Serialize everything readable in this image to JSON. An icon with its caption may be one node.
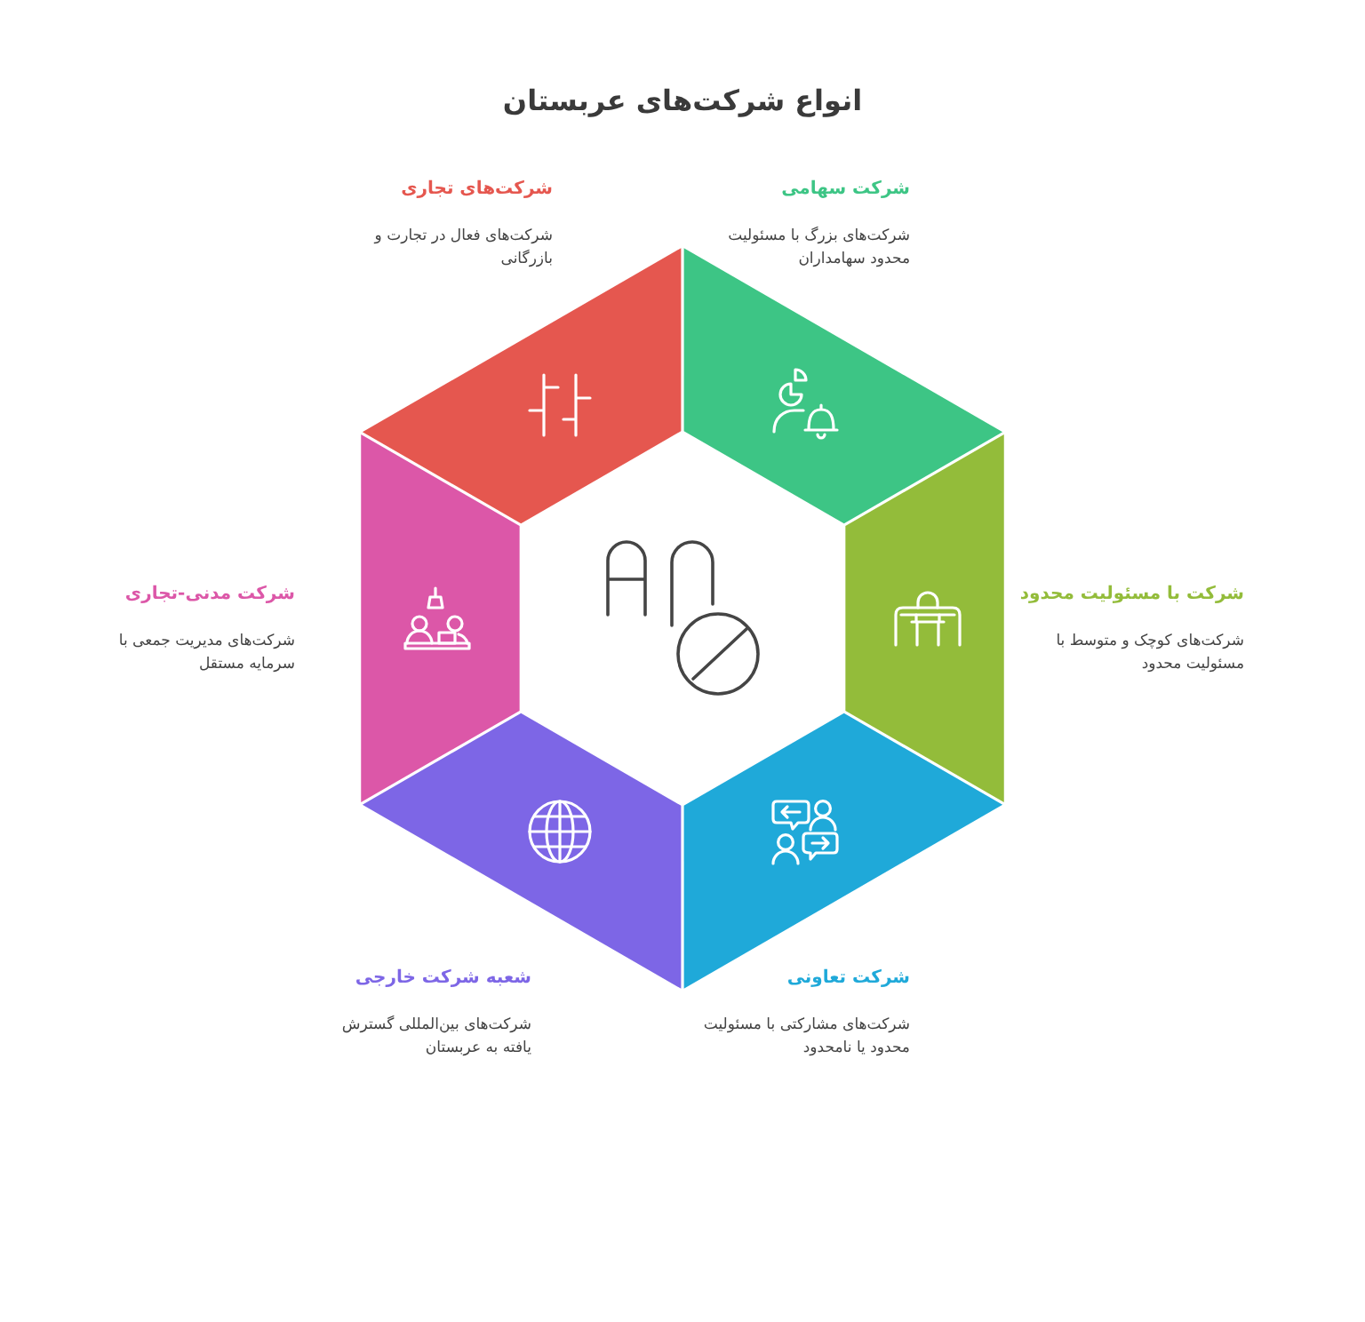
{
  "diagram": {
    "title": "انواع شرکت‌های عربستان",
    "nodes": [
      {
        "text": [],
        "shape": "trapezoid",
        "beside": [
          "شرکت‌های تجاری",
          "شرکت‌های فعال در تجارت و بازرگانی"
        ]
      },
      {
        "text": [],
        "shape": "trapezoid",
        "beside": [
          "شرکت سهامی",
          "شرکت‌های بزرگ با مسئولیت محدود سهامداران"
        ]
      },
      {
        "text": [],
        "shape": "trapezoid",
        "beside": [
          "شرکت با مسئولیت محدود",
          "شرکت‌های کوچک و متوسط با مسئولیت محدود"
        ]
      },
      {
        "text": [],
        "shape": "trapezoid",
        "beside": [
          "شرکت تعاونی",
          "شرکت‌های مشارکتی با مسئولیت محدود یا نامحدود"
        ]
      },
      {
        "text": [],
        "shape": "trapezoid",
        "beside": [
          "شعبه شرکت خارجی",
          "شرکت‌های بین‌المللی گسترش یافته به عربستان"
        ]
      },
      {
        "text": [],
        "shape": "trapezoid",
        "beside": [
          "شرکت مدنی-تجاری",
          "شرکت‌های مدیریت جمعی با سرمایه مستقل"
        ]
      }
    ]
  }
}
